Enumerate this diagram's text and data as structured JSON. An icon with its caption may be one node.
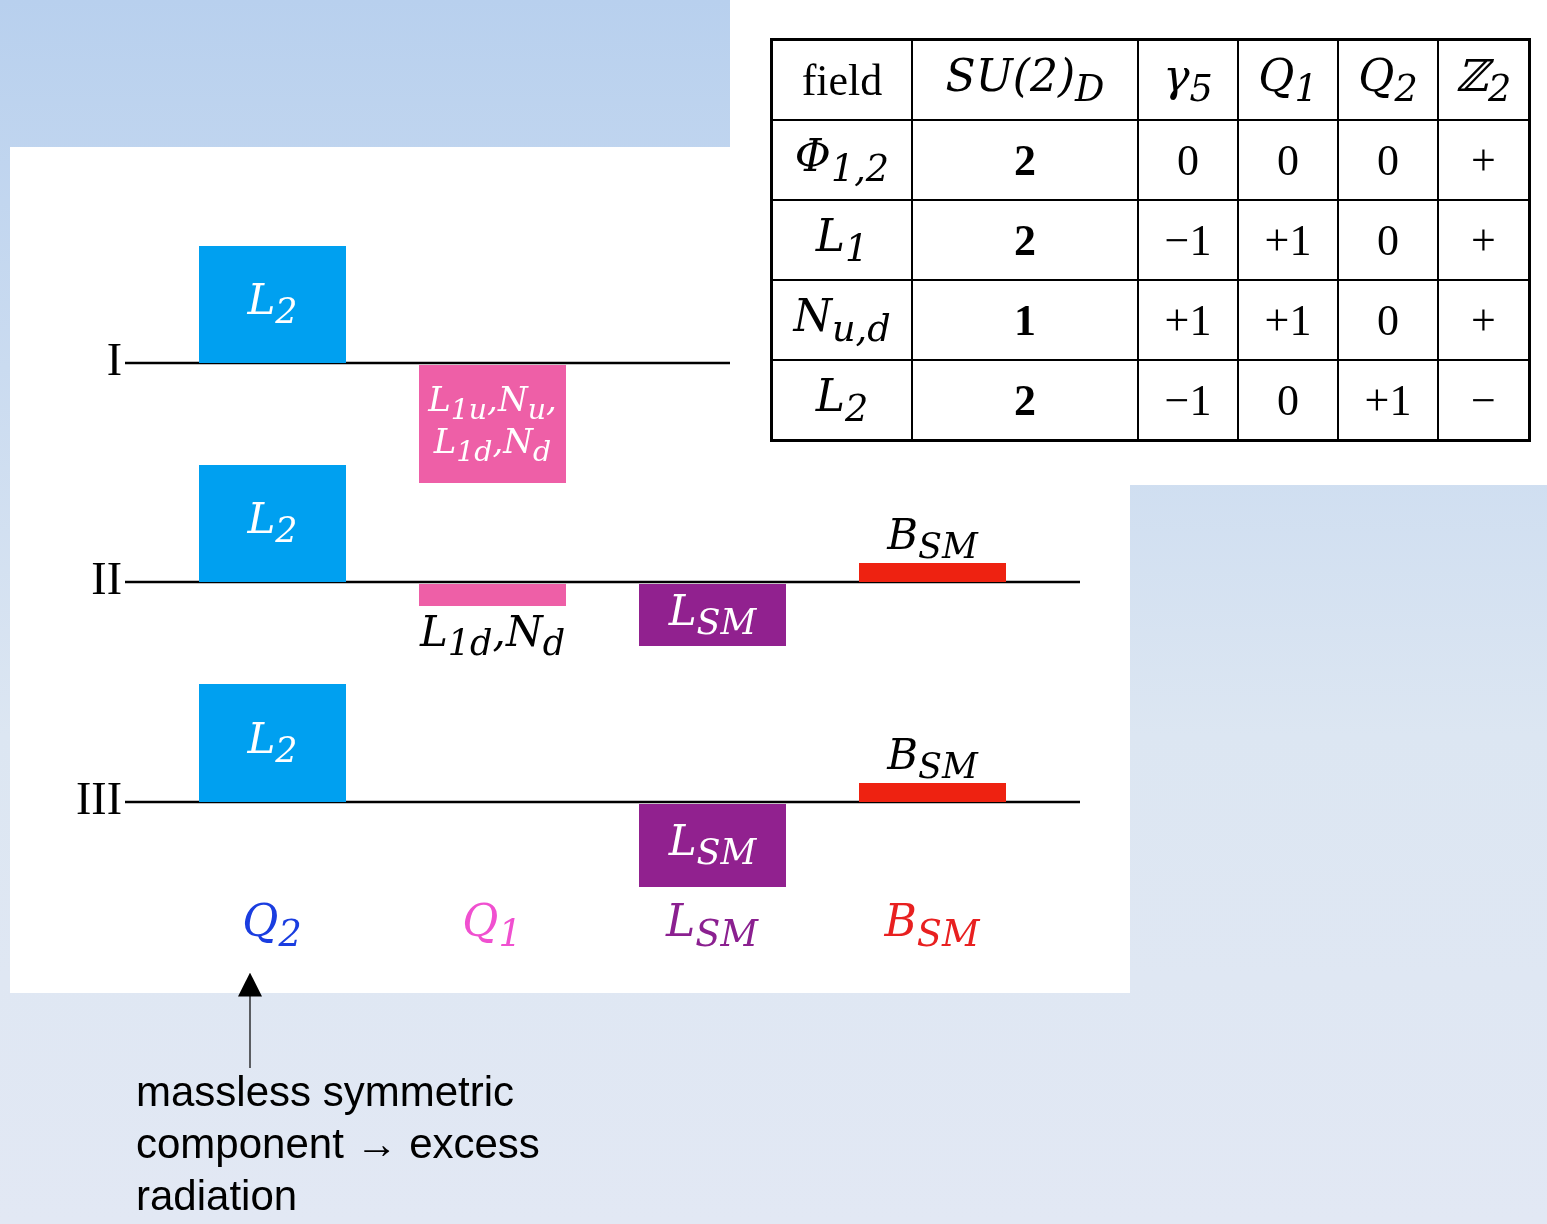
{
  "diagram": {
    "nodes": [
      {
        "text": [
          "L$_{2}$"
        ]
      },
      {
        "text": [
          "L$_{1u}$,N$_{u}$, L$_{1d}$,N$_{d}$"
        ]
      },
      {
        "text": [
          "L$_{2}$"
        ]
      },
      {
        "text": [
          "L$_{1d}$,N$_{d}$"
        ]
      },
      {
        "text": [
          "L$_{SM}$"
        ]
      },
      {
        "text": [
          "B$_{SM}$"
        ]
      },
      {
        "text": [
          "L$_{2}$"
        ]
      },
      {
        "text": [
          "L$_{SM}$"
        ]
      },
      {
        "text": [
          "B$_{SM}$"
        ]
      },
      {
        "text": [
          "Q$_{2}$"
        ]
      },
      {
        "text": [
          "massless symmetric component → excess radiation"
        ]
      }
    ],
    "edges": [
      {
        "from": 10,
        "to": 9,
        "arrow": "to"
      }
    ],
    "labels": [
      "I",
      "II",
      "III",
      "Q$_{1}$",
      "L$_{SM}$",
      "B$_{SM}$",
      "field",
      "SU(2)$_{D}$",
      "γ$_{5}$",
      "Q$_{1}$",
      "Q$_{2}$",
      "ℤ$_{2}$",
      "Φ$_{1,2}$",
      "2",
      "0",
      "0",
      "0",
      "+",
      "L$_{1}$",
      "2",
      "−1",
      "+1",
      "0",
      "+",
      "N$_{u,d}$",
      "1",
      "+1",
      "+1",
      "0",
      "+",
      "L$_{2}$",
      "2",
      "−1",
      "0",
      "+1",
      "−"
    ]
  }
}
